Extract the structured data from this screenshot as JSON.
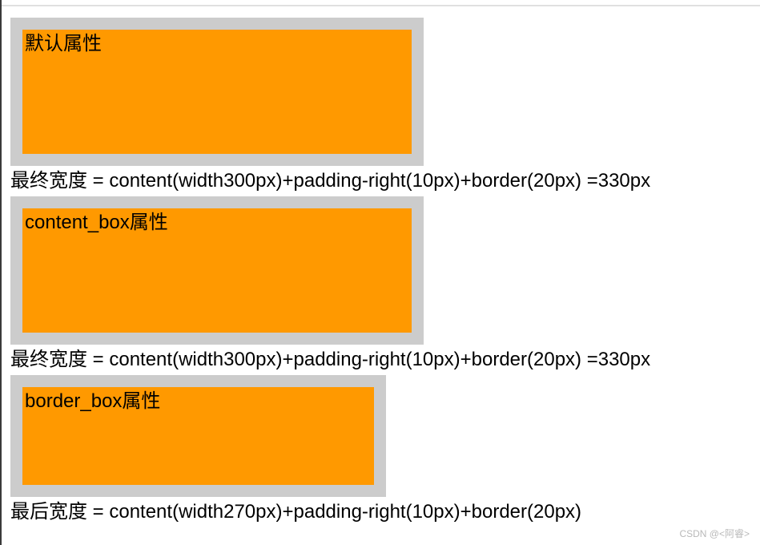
{
  "colors": {
    "box_fill": "#ff9900",
    "box_border": "#cccccc"
  },
  "demos": [
    {
      "label": "默认属性",
      "caption": "最终宽度 = content(width300px)+padding-right(10px)+border(20px) =330px"
    },
    {
      "label": "content_box属性",
      "caption": "最终宽度 = content(width300px)+padding-right(10px)+border(20px) =330px"
    },
    {
      "label": "border_box属性",
      "caption": "最后宽度 = content(width270px)+padding-right(10px)+border(20px)"
    }
  ],
  "watermark": "CSDN @<阿睿>"
}
